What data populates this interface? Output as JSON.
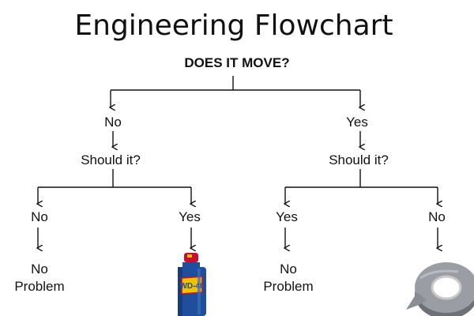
{
  "title": "Engineering Flowchart",
  "question": "DOES IT MOVE?",
  "branches": {
    "left": {
      "answer": "No",
      "followup": "Should it?",
      "outcomes": [
        {
          "answer": "No",
          "result_line1": "No",
          "result_line2": "Problem"
        },
        {
          "answer": "Yes",
          "result_image": "wd-40-spray-can",
          "can_label": "WD-40"
        }
      ]
    },
    "right": {
      "answer": "Yes",
      "followup": "Should it?",
      "outcomes": [
        {
          "answer": "Yes",
          "result_line1": "No",
          "result_line2": "Problem"
        },
        {
          "answer": "No",
          "result_image": "duct-tape-roll"
        }
      ]
    }
  },
  "colors": {
    "lines": "#111111",
    "can_blue": "#1e4e9c",
    "can_red": "#c8102e",
    "can_yellow": "#f2c200",
    "tape": "#8f9298"
  }
}
